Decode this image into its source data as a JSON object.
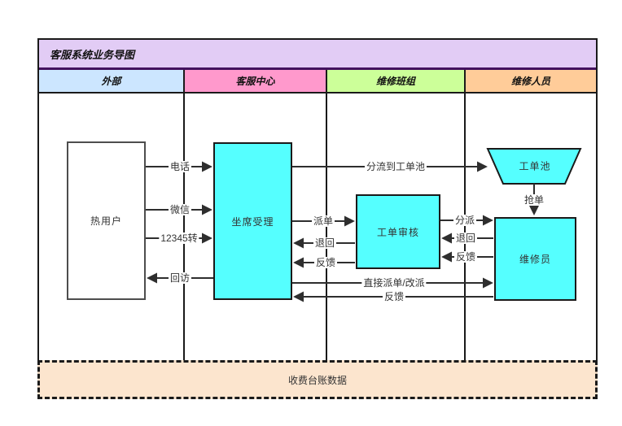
{
  "diagram": {
    "title": "客服系统业务导图",
    "lanes": [
      {
        "label": "外部",
        "color": "#cce6ff"
      },
      {
        "label": "客服中心",
        "color": "#ff99cc"
      },
      {
        "label": "维修班组",
        "color": "#ccff99"
      },
      {
        "label": "维修人员",
        "color": "#ffcc99"
      }
    ],
    "nodes": {
      "hot_user": {
        "label": "热用户"
      },
      "seat_accept": {
        "label": "坐席受理"
      },
      "order_review": {
        "label": "工单审核"
      },
      "order_pool": {
        "label": "工单池"
      },
      "repairman": {
        "label": "维修员"
      },
      "ledger": {
        "label": "收费台账数据"
      }
    },
    "flows": {
      "phone": "电话",
      "wechat": "微信",
      "hotline_transfer": "12345转",
      "callback": "回访",
      "split_to_pool": "分流到工单池",
      "dispatch": "派单",
      "return_to_seat": "退回",
      "feedback_to_seat": "反馈",
      "assign": "分派",
      "return_to_review": "退回",
      "feedback_to_review": "反馈",
      "grab_order": "抢单",
      "direct_dispatch": "直接派单/改派",
      "feedback_direct": "反馈"
    },
    "colors": {
      "node_fill": "#55ffff",
      "title_fill": "#e2ccf5",
      "title_border": "#43125e",
      "ledger_fill": "#fce5ce",
      "line": "#2e2e2e"
    }
  }
}
